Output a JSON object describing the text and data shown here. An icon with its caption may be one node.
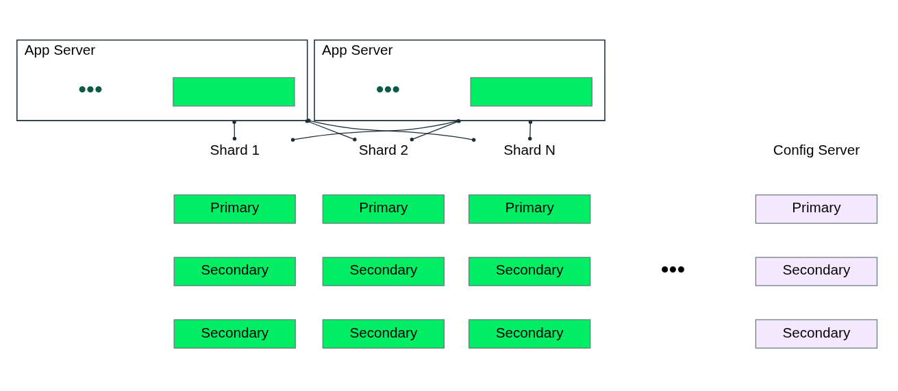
{
  "diagram": {
    "nodes": [
      {
        "text": [
          "App Server"
        ]
      },
      {
        "text": [],
        "shape": "box",
        "in": 0
      },
      {
        "text": [
          "App Server"
        ]
      },
      {
        "text": [],
        "shape": "box",
        "in": 2
      },
      {
        "text": [
          "Shard 1"
        ]
      },
      {
        "text": [
          "Primary"
        ]
      },
      {
        "text": [
          "Secondary"
        ]
      },
      {
        "text": [
          "Secondary"
        ]
      },
      {
        "text": [
          "Shard 2"
        ]
      },
      {
        "text": [
          "Primary"
        ]
      },
      {
        "text": [
          "Secondary"
        ]
      },
      {
        "text": [
          "Secondary"
        ]
      },
      {
        "text": [
          "Shard N"
        ]
      },
      {
        "text": [
          "Primary"
        ]
      },
      {
        "text": [
          "Secondary"
        ]
      },
      {
        "text": [
          "Secondary"
        ]
      },
      {
        "text": [
          "Config Server"
        ]
      },
      {
        "text": [
          "Primary"
        ]
      },
      {
        "text": [
          "Secondary"
        ]
      },
      {
        "text": [
          "Secondary"
        ]
      }
    ],
    "edges": [
      {
        "from": 0,
        "to": 4,
        "arrow": "other"
      },
      {
        "from": 0,
        "to": 8,
        "arrow": "other"
      },
      {
        "from": 0,
        "to": 12,
        "arrow": "other"
      },
      {
        "from": 2,
        "to": 4,
        "arrow": "other"
      },
      {
        "from": 2,
        "to": 8,
        "arrow": "other"
      },
      {
        "from": 2,
        "to": 12,
        "arrow": "other"
      }
    ],
    "labels": [
      "•••",
      "•••",
      "•••"
    ]
  }
}
